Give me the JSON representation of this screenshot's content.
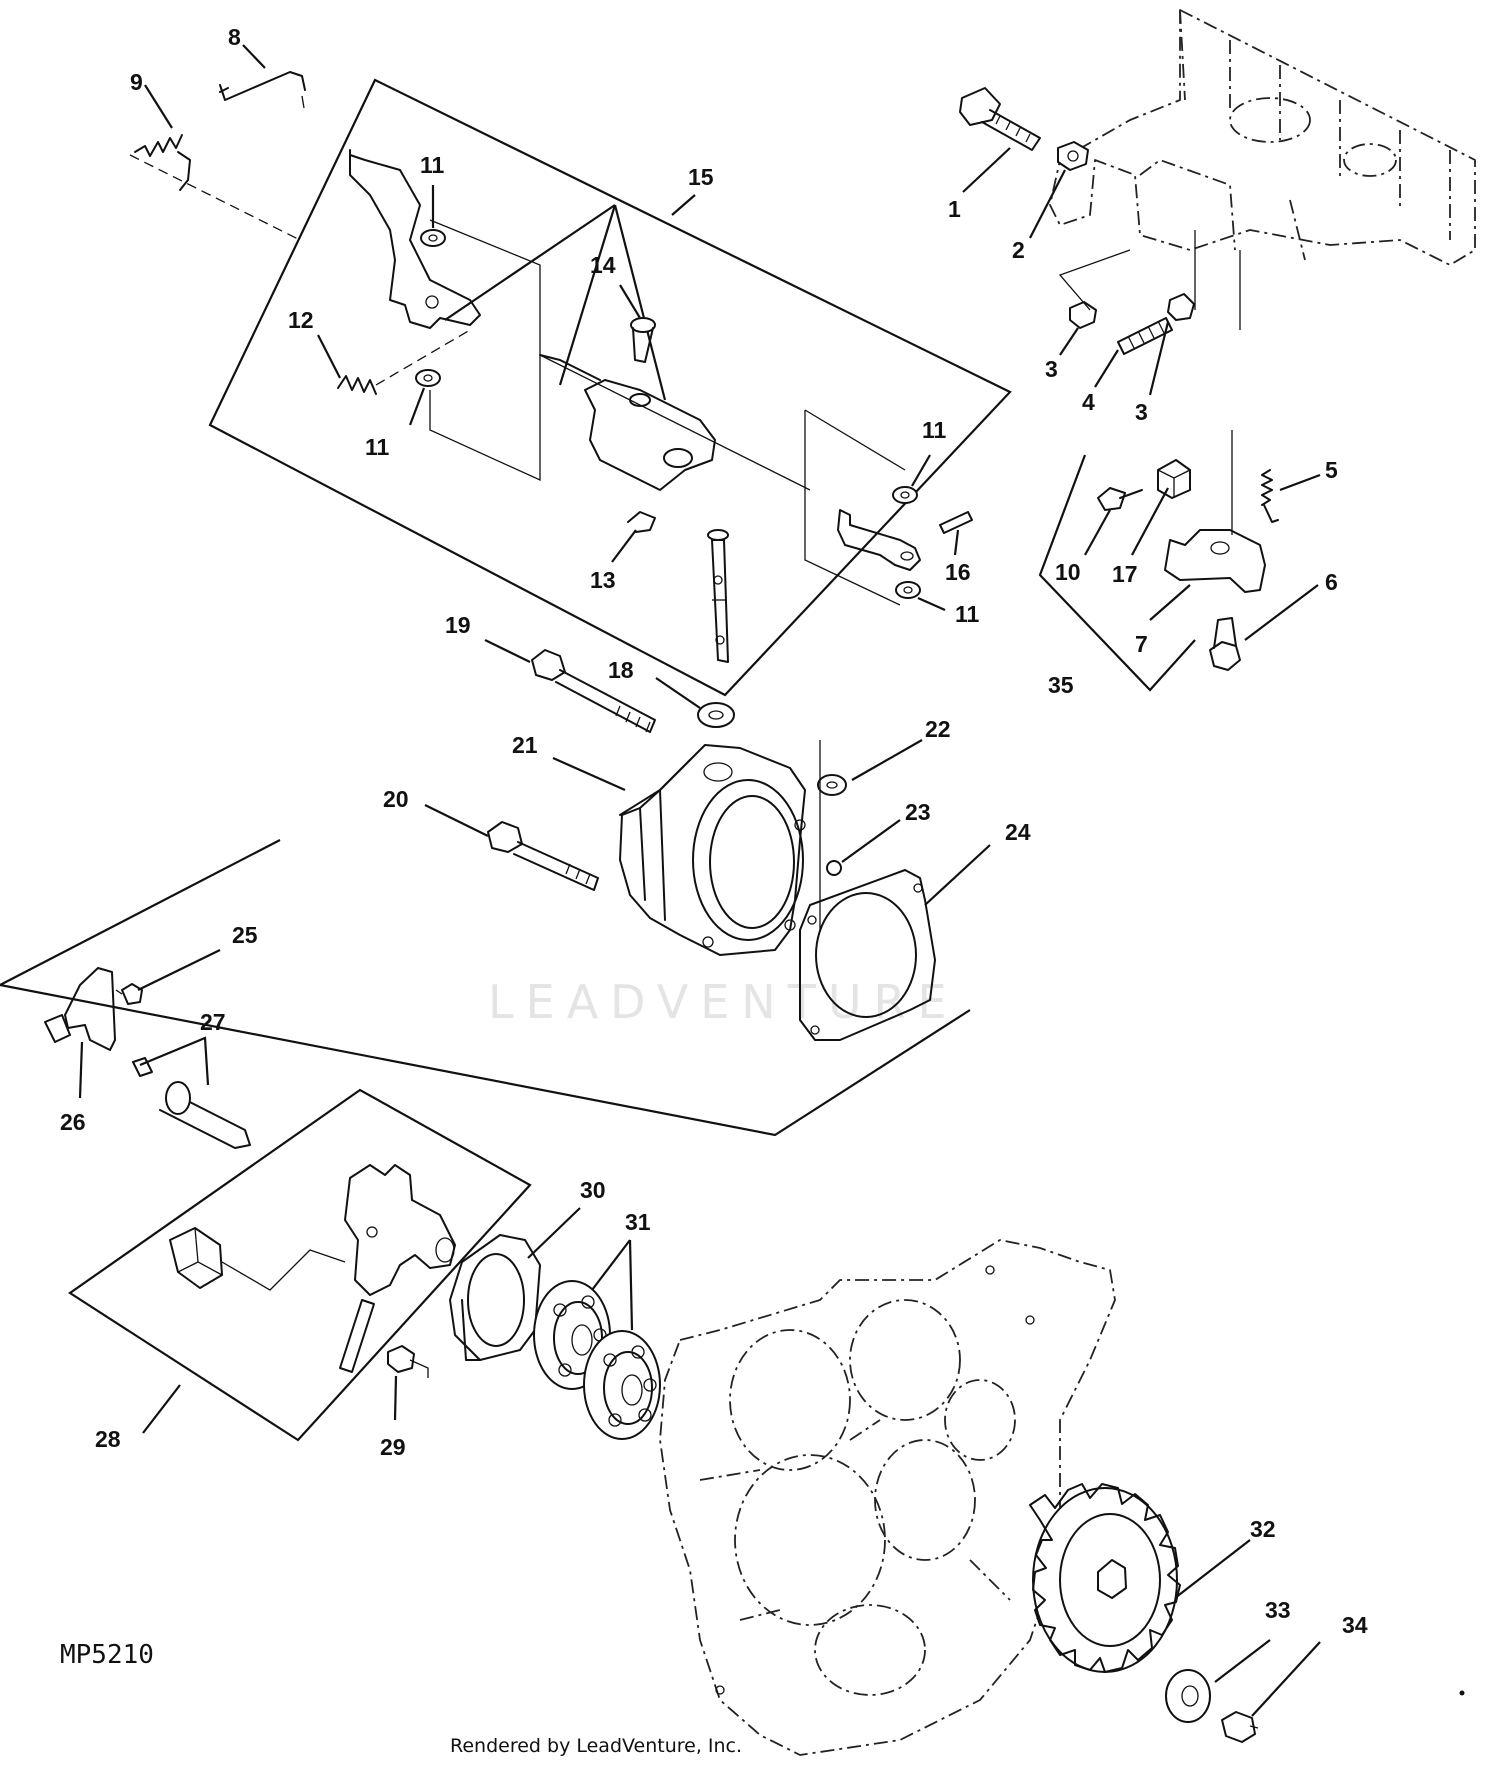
{
  "diagram": {
    "id_label": "MP5210",
    "credit": "Rendered by LeadVenture, Inc.",
    "watermark": "LEADVENTURE"
  },
  "callouts": [
    "1",
    "2",
    "3",
    "3",
    "4",
    "5",
    "6",
    "7",
    "8",
    "9",
    "10",
    "11",
    "11",
    "11",
    "11",
    "12",
    "13",
    "14",
    "15",
    "16",
    "17",
    "18",
    "19",
    "20",
    "21",
    "22",
    "23",
    "24",
    "25",
    "26",
    "27",
    "28",
    "29",
    "30",
    "31",
    "32",
    "33",
    "34",
    "35"
  ]
}
